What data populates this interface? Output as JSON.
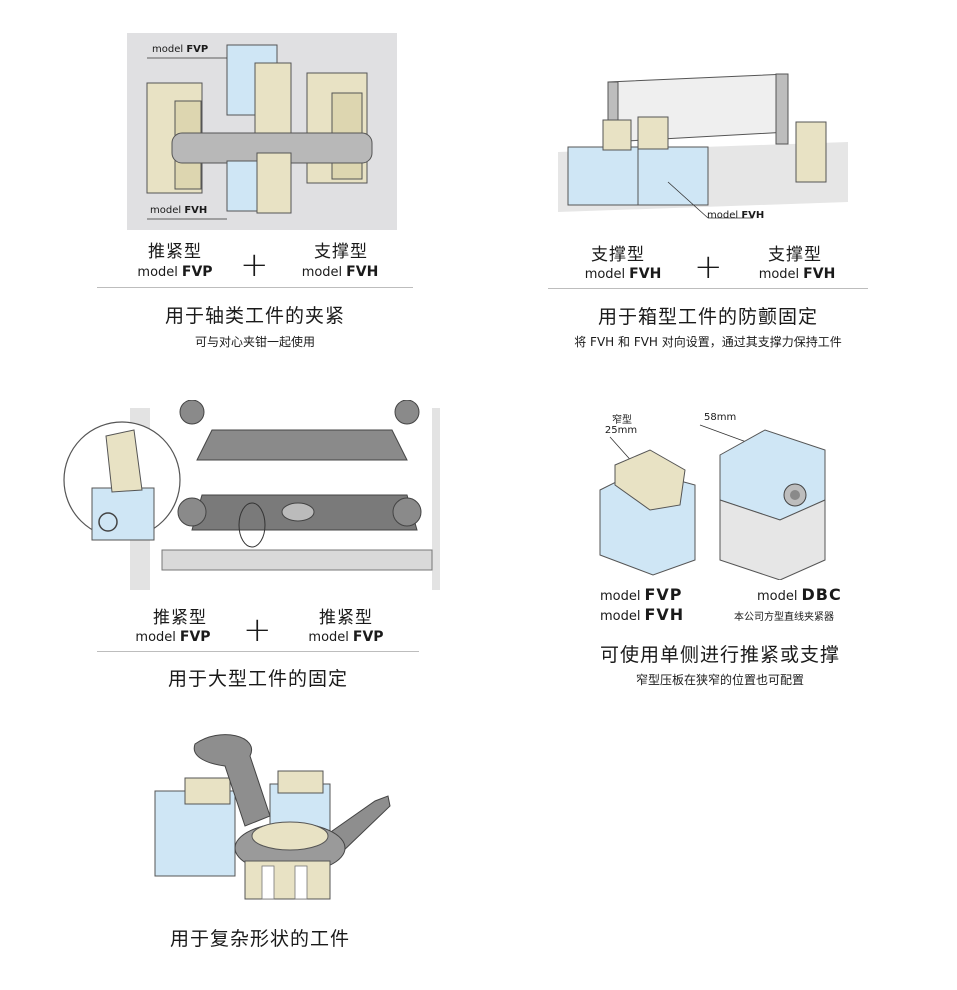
{
  "section1": {
    "left_type": "推紧型",
    "left_model_prefix": "model",
    "left_model": "FVP",
    "right_type": "支撑型",
    "right_model_prefix": "model",
    "right_model": "FVH",
    "plus": "+",
    "title": "用于轴类工件的夹紧",
    "subtitle": "可与对心夹钳一起使用",
    "img_label_top_prefix": "model",
    "img_label_top": "FVP",
    "img_label_bottom_prefix": "model",
    "img_label_bottom": "FVH"
  },
  "section2": {
    "left_type": "支撑型",
    "left_model_prefix": "model",
    "left_model": "FVH",
    "right_type": "支撑型",
    "right_model_prefix": "model",
    "right_model": "FVH",
    "plus": "+",
    "title": "用于箱型工件的防颤固定",
    "subtitle": "将 FVH 和 FVH 对向设置，通过其支撑力保持工件",
    "img_label_prefix": "model",
    "img_label": "FVH"
  },
  "section3": {
    "left_type": "推紧型",
    "left_model_prefix": "model",
    "left_model": "FVP",
    "right_type": "推紧型",
    "right_model_prefix": "model",
    "right_model": "FVP",
    "plus": "+",
    "title": "用于大型工件的固定"
  },
  "section4": {
    "narrow_label": "窄型",
    "narrow_dim": "25mm",
    "wide_dim": "58mm",
    "left_model1_prefix": "model",
    "left_model1": "FVP",
    "left_model2_prefix": "model",
    "left_model2": "FVH",
    "right_model_prefix": "model",
    "right_model": "DBC",
    "right_desc": "本公司方型直线夹紧器",
    "title": "可使用单侧进行推紧或支撑",
    "subtitle": "窄型压板在狭窄的位置也可配置"
  },
  "section5": {
    "title": "用于复杂形状的工件"
  },
  "colors": {
    "block_blue": "#cfe6f5",
    "clamp_beige": "#e8e2c4",
    "steel_gray": "#9a9a9a",
    "rule": "#bdbdbd"
  }
}
